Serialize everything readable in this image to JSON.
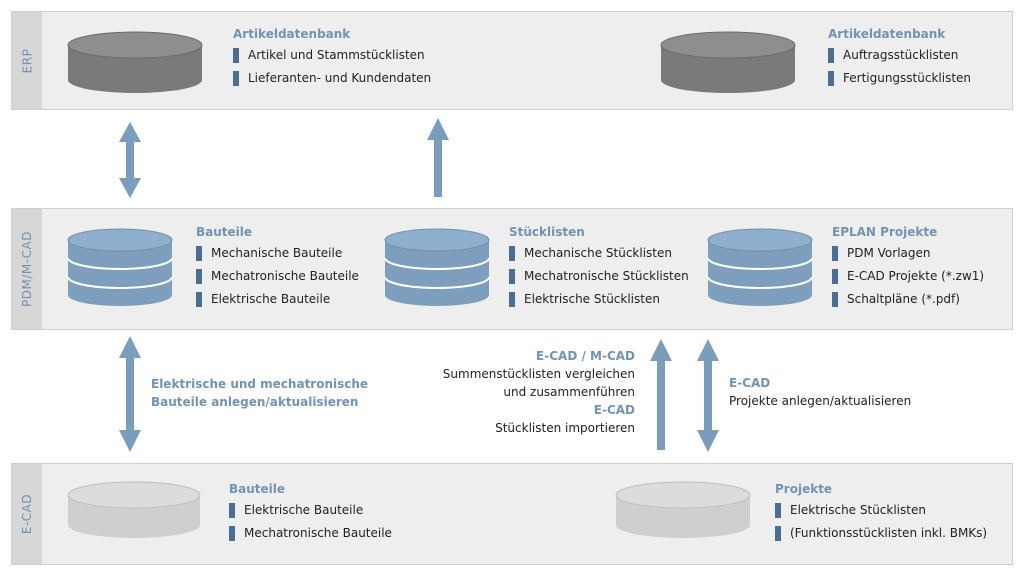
{
  "bands": {
    "erp": "ERP",
    "pdm": "PDM/M-CAD",
    "ecad": "E-CAD"
  },
  "erp": {
    "left": {
      "title": "Artikeldatenbank",
      "items": [
        "Artikel und Stammstücklisten",
        "Lieferanten- und Kundendaten"
      ]
    },
    "right": {
      "title": "Artikeldatenbank",
      "items": [
        "Auftragsstücklisten",
        "Fertigungsstücklisten"
      ]
    }
  },
  "pdm": {
    "left": {
      "title": "Bauteile",
      "items": [
        "Mechanische Bauteile",
        "Mechatronische Bauteile",
        "Elektrische Bauteile"
      ]
    },
    "middle": {
      "title": "Stücklisten",
      "items": [
        "Mechanische Stücklisten",
        "Mechatronische Stücklisten",
        "Elektrische Stücklisten"
      ]
    },
    "right": {
      "title": "EPLAN Projekte",
      "items": [
        "PDM Vorlagen",
        "E-CAD Projekte (*.zw1)",
        "Schaltpläne (*.pdf)"
      ]
    }
  },
  "ecad": {
    "left": {
      "title": "Bauteile",
      "items": [
        "Elektrische Bauteile",
        "Mechatronische Bauteile"
      ]
    },
    "right": {
      "title": "Projekte",
      "items": [
        "Elektrische Stücklisten",
        "(Funktionsstücklisten inkl. BMKs)"
      ]
    }
  },
  "flows": {
    "left_note": {
      "line1": "Elektrische und mechatronische",
      "line2": "Bauteile anlegen/aktualisieren"
    },
    "mid_note": {
      "head1": "E-CAD / M-CAD",
      "line1": "Summenstücklisten vergleichen",
      "line2": "und zusammenführen",
      "head2": "E-CAD",
      "line3": "Stücklisten importieren"
    },
    "right_note": {
      "head": "E-CAD",
      "line1": "Projekte anlegen/aktualisieren"
    }
  },
  "colors": {
    "accent": "#7393b3",
    "bullet": "#4a6d91",
    "db_blue": "#7d9fbd",
    "db_gray": "#7f7f7f",
    "db_light": "#d3d3d3",
    "arrow": "#7b9dbc"
  }
}
